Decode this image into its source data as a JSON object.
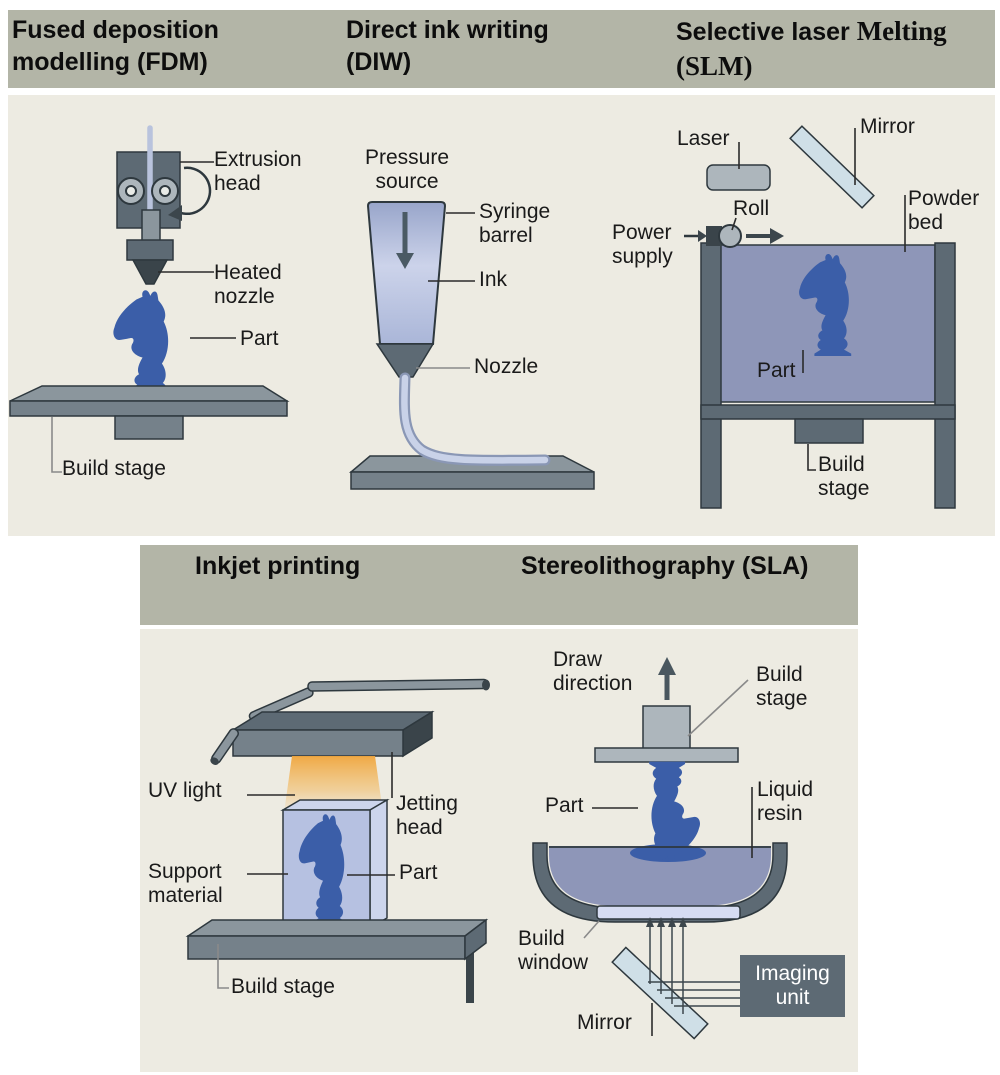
{
  "colors": {
    "header_bg": "#b3b5a7",
    "panel_bg": "#edebe2",
    "page_bg": "#ffffff",
    "outline": "#2e383e",
    "machine_dark": "#5d6a74",
    "machine_darker": "#3a444a",
    "machine_mid": "#75818a",
    "machine_top": "#8b969d",
    "machine_light": "#adb6bc",
    "mirror_glass": "#cfdfe7",
    "powder_bed": "#8e96b8",
    "part_blue": "#3b5ea8",
    "filament_blue": "#b9c3dd",
    "support_front": "#b6c1e1",
    "support_side": "#ccd5ec",
    "uv_orange": "#f0a53c",
    "window_lavender": "#d6dcf2",
    "label_text": "#1a1a1a",
    "imaging_text": "#ffffff"
  },
  "titles": {
    "fdm": "Fused deposition modelling (FDM)",
    "diw": "Direct ink writing (DIW)",
    "slm_sans": "Selective laser",
    "slm_serif_word": "Melting",
    "slm_serif_abbr": "(SLM)",
    "inkjet": "Inkjet printing",
    "sla": "Stereolithography (SLA)"
  },
  "fdm": {
    "extrusion_head": "Extrusion head",
    "heated_nozzle": "Heated nozzle",
    "part": "Part",
    "build_stage": "Build stage"
  },
  "diw": {
    "pressure_source": "Pressure source",
    "syringe_barrel": "Syringe barrel",
    "ink": "Ink",
    "nozzle": "Nozzle"
  },
  "slm": {
    "laser": "Laser",
    "mirror": "Mirror",
    "roll": "Roll",
    "power_supply": "Power supply",
    "powder_bed": "Powder bed",
    "part": "Part",
    "build_stage": "Build stage"
  },
  "inkjet": {
    "uv_light": "UV light",
    "jetting_head": "Jetting head",
    "support_material": "Support material",
    "part": "Part",
    "build_stage": "Build stage"
  },
  "sla": {
    "draw_direction": "Draw direction",
    "build_stage": "Build stage",
    "part": "Part",
    "liquid_resin": "Liquid resin",
    "build_window": "Build window",
    "mirror": "Mirror",
    "imaging_unit": "Imaging unit"
  }
}
